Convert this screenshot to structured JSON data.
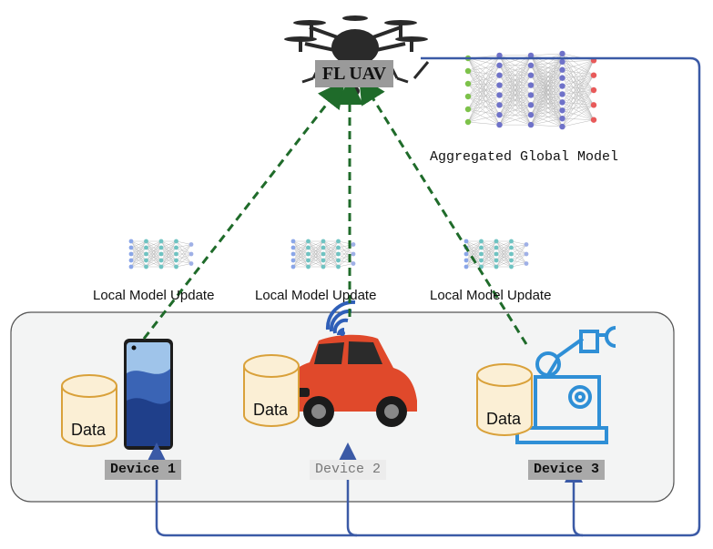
{
  "uav": {
    "label": "FL UAV"
  },
  "global_model": {
    "caption": "Aggregated Global Model"
  },
  "updates": [
    {
      "label": "Local Model Update"
    },
    {
      "label": "Local Model Update"
    },
    {
      "label": "Local Model Update"
    }
  ],
  "devices": [
    {
      "name": "Device 1",
      "data_label": "Data",
      "kind": "smartphone"
    },
    {
      "name": "Device 2",
      "data_label": "Data",
      "kind": "car"
    },
    {
      "name": "Device 3",
      "data_label": "Data",
      "kind": "robot-arm"
    }
  ],
  "colors": {
    "upload_arrow": "#1f6b2a",
    "download_arrow": "#3b5aa6",
    "data_cylinder": "#d9a13a",
    "robot": "#2f8fd6",
    "car": "#e0492b"
  }
}
